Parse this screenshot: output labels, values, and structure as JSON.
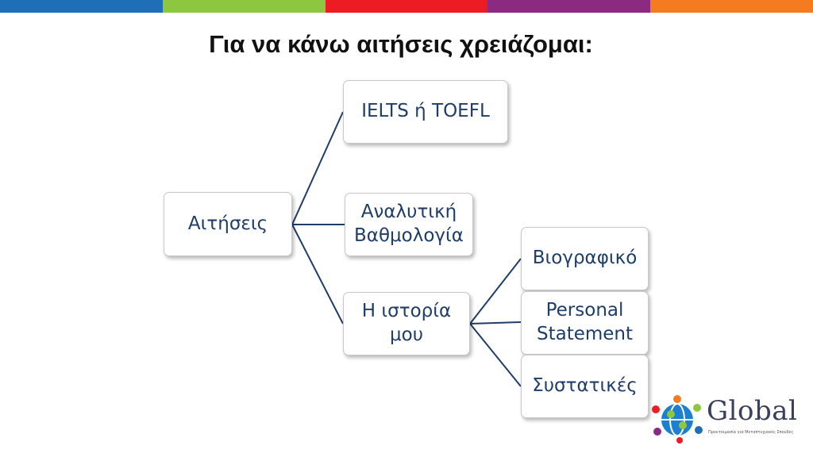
{
  "colors": {
    "topbar": [
      "#1f6fb8",
      "#8dc63f",
      "#ed1c24",
      "#8b2a80",
      "#f47b20"
    ],
    "node_text": "#1f3d66",
    "connector": "#1f3d66"
  },
  "slide": {
    "title": "Για να κάνω αιτήσεις χρειάζομαι:"
  },
  "diagram": {
    "root": "Αιτήσεις",
    "children": [
      {
        "label": "IELTS ή TOEFL"
      },
      {
        "label": "Αναλυτική\nΒαθμολογία"
      },
      {
        "label": "Η ιστορία\nμου",
        "children": [
          {
            "label": "Βιογραφικό"
          },
          {
            "label": "Personal\nStatement"
          },
          {
            "label": "Συστατικές"
          }
        ]
      }
    ]
  },
  "logo": {
    "name": "Global",
    "tagline": "Προετοιμασία για Μεταπτυχιακές Σπουδές"
  }
}
